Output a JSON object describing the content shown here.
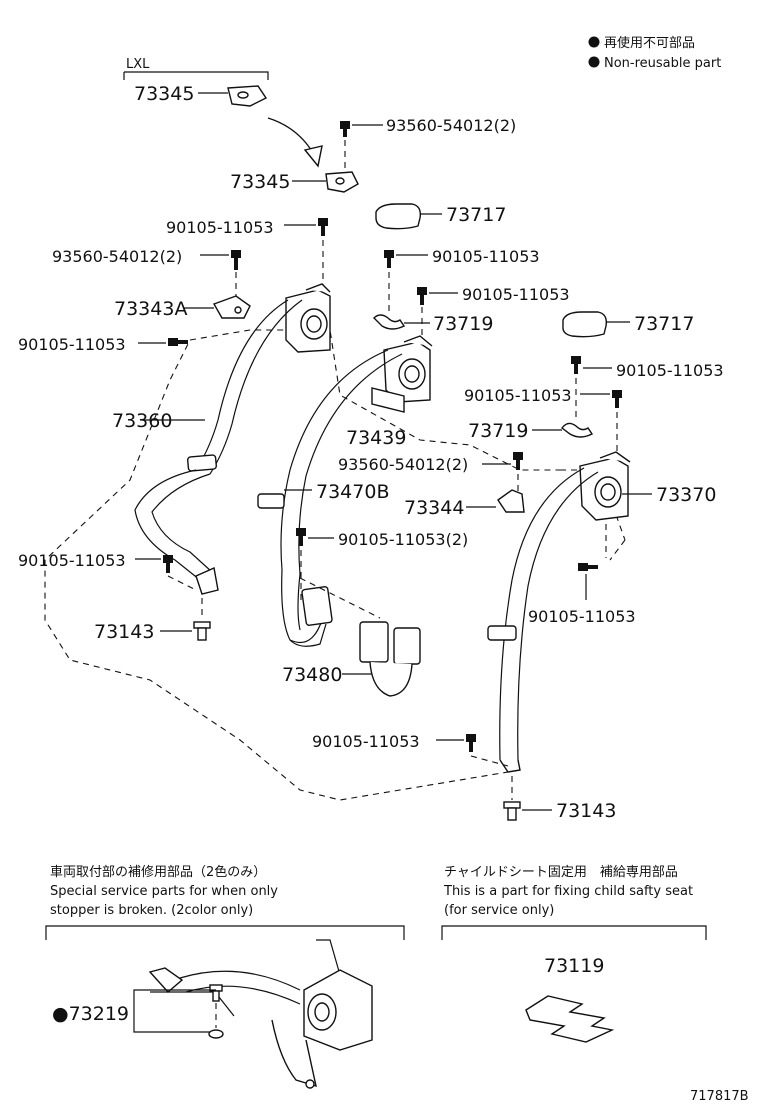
{
  "legend": {
    "jp": "再使用不可部品",
    "en": "Non-reusable part"
  },
  "variant_label": "LXL",
  "callouts": {
    "c73345_top": "73345",
    "c73345": "73345",
    "c93560_top": "93560-54012(2)",
    "c90105_a": "90105-11053",
    "c73717_a": "73717",
    "c93560_left": "93560-54012(2)",
    "c90105_b": "90105-11053",
    "c73343A": "73343A",
    "c90105_c": "90105-11053",
    "c73719_a": "73719",
    "c90105_left": "90105-11053",
    "c73717_b": "73717",
    "c90105_d": "90105-11053",
    "c90105_e": "90105-11053",
    "c73360": "73360",
    "c73439": "73439",
    "c73719_b": "73719",
    "c93560_mid": "93560-54012(2)",
    "c73470B": "73470B",
    "c73370": "73370",
    "c73344": "73344",
    "c90105_f": "90105-11053(2)",
    "c90105_g": "90105-11053",
    "c90105_h": "90105-11053",
    "c73143_a": "73143",
    "c73480": "73480",
    "c90105_i": "90105-11053",
    "c73143_b": "73143"
  },
  "service_note": {
    "jp": "車両取付部の補修用部品（2色のみ）",
    "en1": "Special service parts for when only",
    "en2": "stopper is broken. (2color only)",
    "part": "●73219"
  },
  "child_seat_note": {
    "jp": "チャイルドシート固定用　補給専用部品",
    "en1": "This is a part for fixing child safty seat",
    "en2": "(for service only)",
    "part": "73119"
  },
  "diagram_code": "717817B"
}
